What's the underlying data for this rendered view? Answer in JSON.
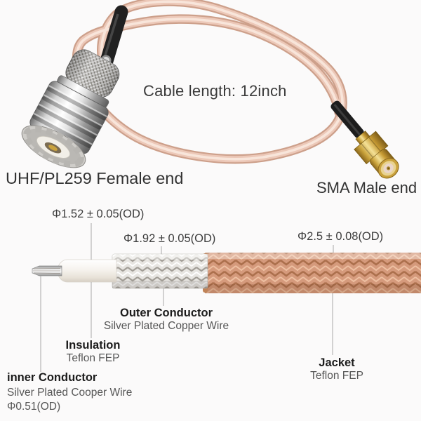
{
  "photo": {
    "cable_length_label": "Cable length: 12inch",
    "left_connector_label": "UHF/PL259 Female end",
    "right_connector_label": "SMA Male end"
  },
  "diagram": {
    "dims": {
      "insulation_od": "Φ1.52 ± 0.05(OD)",
      "outer_conductor_od": "Φ1.92 ± 0.05(OD)",
      "jacket_od": "Φ2.5 ± 0.08(OD)",
      "inner_conductor_od": "Φ0.51(OD)"
    },
    "callouts": {
      "outer_conductor_title": "Outer Conductor",
      "outer_conductor_sub": "Silver Plated Copper Wire",
      "insulation_title": "Insulation",
      "insulation_sub": "Teflon FEP",
      "inner_conductor_title": "inner Conductor",
      "inner_conductor_sub": "Silver Plated Cooper Wire",
      "jacket_title": "Jacket",
      "jacket_sub": "Teflon FEP"
    }
  },
  "colors": {
    "background": "#fbfafa",
    "cable_pink_edge": "#cda08b",
    "cable_pink_mid": "#ecc8b8",
    "cable_pink_highlight": "#f9e8de",
    "copper_braid": "#d59a7c",
    "silver_braid": "#e7e5e1",
    "insulation_white": "#f4f1ec",
    "connector_silver": "#d6d6d6",
    "connector_gold": "#caa33c",
    "heatshrink_black": "#1d1d1d",
    "text_primary": "#1c1c1c",
    "text_secondary": "#565656",
    "leader_line": "#a8a8a8"
  }
}
